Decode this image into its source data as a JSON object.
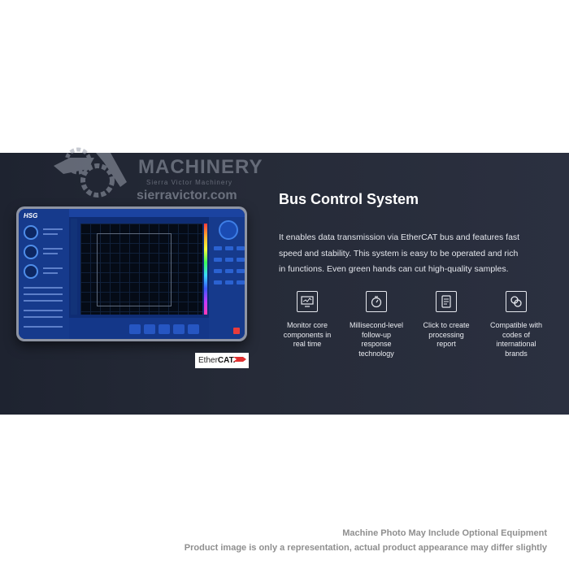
{
  "watermark": {
    "brand": "MACHINERY",
    "sub": "Sierra Victor Machinery",
    "site": "sierravictor.com"
  },
  "tablet": {
    "logo": "HSG"
  },
  "ethercat_badge": {
    "prefix": "Ether",
    "suffix": "CAT."
  },
  "section": {
    "title": "Bus Control System",
    "description": "It enables data transmission via EtherCAT bus and features fast speed and stability. This system is easy to be operated and rich in functions. Even green hands can cut high-quality samples."
  },
  "features": [
    {
      "icon": "monitor-icon",
      "label": "Monitor core\ncomponents in\nreal time"
    },
    {
      "icon": "stopwatch-icon",
      "label": "Millisecond-level\nfollow-up\nresponse\ntechnology"
    },
    {
      "icon": "report-icon",
      "label": "Click to create\nprocessing\nreport"
    },
    {
      "icon": "link-icon",
      "label": "Compatible with\ncodes of\ninternational\nbrands"
    }
  ],
  "footer": {
    "line1": "Machine Photo May Include Optional Equipment",
    "line2": "Product image is only a representation, actual product appearance may differ slightly"
  },
  "colors": {
    "banner_bg": "#262b38",
    "screen_blue": "#0f2d74",
    "accent_red": "#e83c3c"
  }
}
